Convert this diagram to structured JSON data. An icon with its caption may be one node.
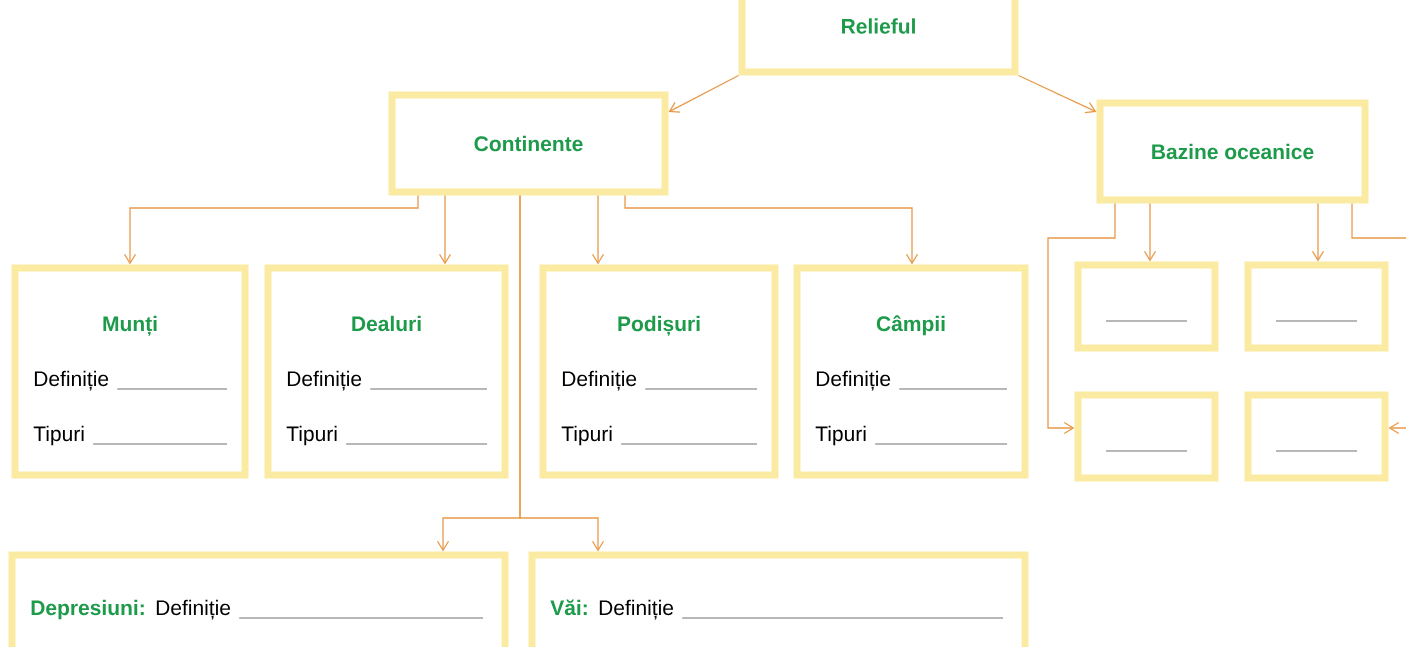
{
  "diagram": {
    "nodes": [
      {
        "text": [
          "Relieful"
        ]
      },
      {
        "text": [
          "Continente"
        ]
      },
      {
        "text": [
          "Bazine oceanice"
        ]
      },
      {
        "text": [
          "Munți",
          "Definiție",
          "Tipuri"
        ]
      },
      {
        "text": [
          "Dealuri",
          "Definiție",
          "Tipuri"
        ]
      },
      {
        "text": [
          "Podișuri",
          "Definiție",
          "Tipuri"
        ]
      },
      {
        "text": [
          "Câmpii",
          "Definiție",
          "Tipuri"
        ]
      },
      {
        "text": [
          "Depresiuni:",
          "Definiție"
        ]
      },
      {
        "text": [
          "Văi:",
          "Definiție"
        ]
      },
      {
        "text": [],
        "shape": "box"
      },
      {
        "text": [],
        "shape": "box"
      },
      {
        "text": [],
        "shape": "box"
      },
      {
        "text": [],
        "shape": "box"
      }
    ],
    "edges": [
      {
        "from": 0,
        "to": 1,
        "arrow": "to"
      },
      {
        "from": 0,
        "to": 2,
        "arrow": "to"
      },
      {
        "from": 1,
        "to": 3,
        "arrow": "to"
      },
      {
        "from": 1,
        "to": 4,
        "arrow": "to"
      },
      {
        "from": 1,
        "to": 5,
        "arrow": "to"
      },
      {
        "from": 1,
        "to": 6,
        "arrow": "to"
      },
      {
        "from": 1,
        "to": 7,
        "arrow": "to"
      },
      {
        "from": 1,
        "to": 8,
        "arrow": "to"
      },
      {
        "from": 2,
        "to": 11,
        "arrow": "to"
      },
      {
        "from": 2,
        "to": 9,
        "arrow": "to"
      },
      {
        "from": 2,
        "to": 10,
        "arrow": "to"
      },
      {
        "from": 2,
        "to": 12,
        "arrow": "to"
      }
    ]
  }
}
